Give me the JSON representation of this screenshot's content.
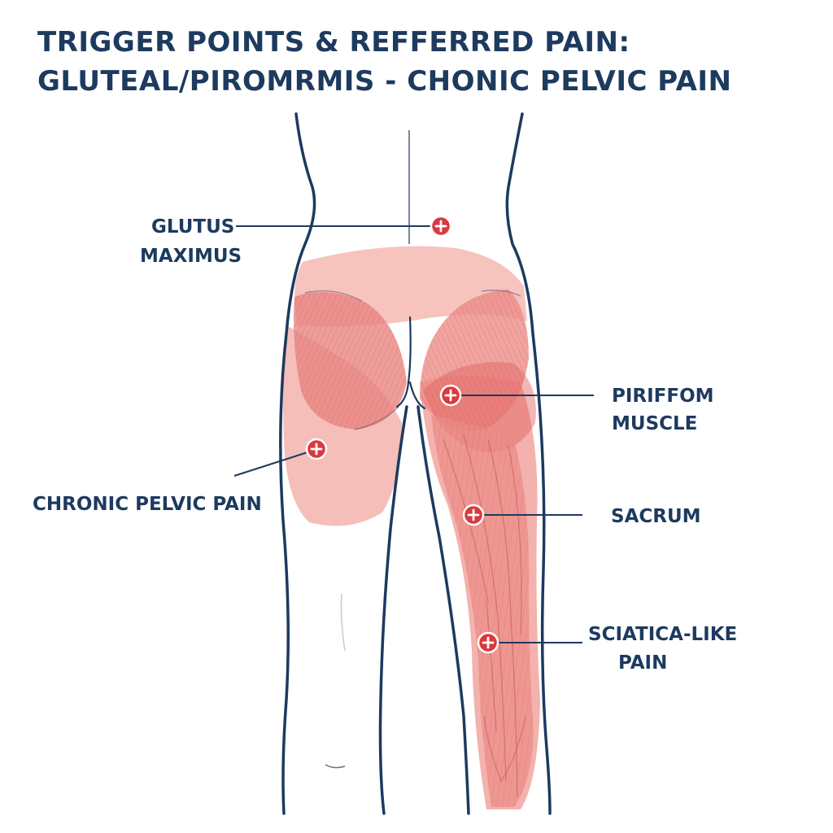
{
  "title": {
    "line1": "TRIGGER POINTS & REFFERRED PAIN:",
    "line2": "GLUTEAL/PIROMRMIS - CHONIC PELVIC PAIN"
  },
  "labels": {
    "glutus_line1": "GLUTUS",
    "glutus_line2": "MAXIMUS",
    "piriform_line1": "PIRIFFOM",
    "piriform_line2": "MUSCLE",
    "chronic_pelvic_pain": "CHRONIC PELVIC PAIN",
    "sacrum": "SACRUM",
    "sciatica_line1": "SCIATICA-LIKE",
    "sciatica_line2": "PAIN"
  },
  "colors": {
    "outline": "#1d3a5f",
    "title": "#1d3a5f",
    "pain_zone": "#f1a9a4",
    "muscle": "#e8706d",
    "trigger_marker": "#d93a3e"
  },
  "icons": {
    "trigger_marker": "plus-circle-icon"
  }
}
